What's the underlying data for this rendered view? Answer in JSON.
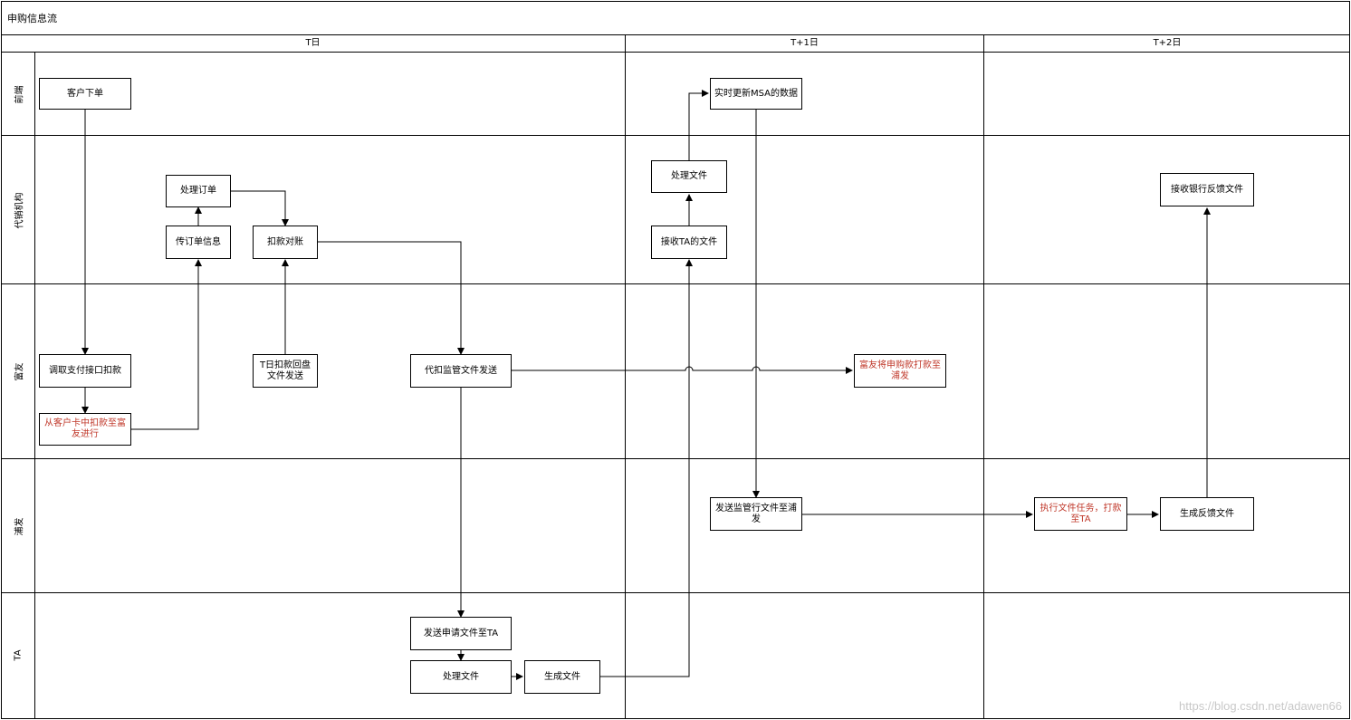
{
  "title": "申购信息流",
  "columns": [
    "T日",
    "T+1日",
    "T+2日"
  ],
  "lanes": [
    "前端",
    "代销机构",
    "富友",
    "浦发",
    "TA"
  ],
  "nodes": {
    "n1": {
      "text": "客户下单",
      "color": "black"
    },
    "n2": {
      "text": "处理订单",
      "color": "black"
    },
    "n3": {
      "text": "传订单信息",
      "color": "black"
    },
    "n4": {
      "text": "扣款对账",
      "color": "black"
    },
    "n5": {
      "text": "调取支付接口扣款",
      "color": "black"
    },
    "n6": {
      "text": "从客户卡中扣款至富友进行",
      "color": "red"
    },
    "n7": {
      "text": "T日扣款回盘文件发送",
      "color": "black"
    },
    "n8": {
      "text": "代扣监管文件发送",
      "color": "black"
    },
    "n9": {
      "text": "发送申请文件至TA",
      "color": "black"
    },
    "n10": {
      "text": "处理文件",
      "color": "black"
    },
    "n11": {
      "text": "生成文件",
      "color": "black"
    },
    "n12": {
      "text": "实时更新MSA的数据",
      "color": "black"
    },
    "n13": {
      "text": "处理文件",
      "color": "black"
    },
    "n14": {
      "text": "接收TA的文件",
      "color": "black"
    },
    "n15": {
      "text": "富友将申购款打款至浦发",
      "color": "red"
    },
    "n16": {
      "text": "发送监管行文件至浦发",
      "color": "black"
    },
    "n17": {
      "text": "执行文件任务，打款至TA",
      "color": "red"
    },
    "n18": {
      "text": "生成反馈文件",
      "color": "black"
    },
    "n19": {
      "text": "接收银行反馈文件",
      "color": "black"
    }
  },
  "edges": [
    [
      "n1",
      "n5"
    ],
    [
      "n5",
      "n6"
    ],
    [
      "n6",
      "n3"
    ],
    [
      "n3",
      "n2"
    ],
    [
      "n2",
      "n4"
    ],
    [
      "n7",
      "n4"
    ],
    [
      "n4",
      "n8"
    ],
    [
      "n8",
      "n9"
    ],
    [
      "n9",
      "n10"
    ],
    [
      "n10",
      "n11"
    ],
    [
      "n11",
      "n14"
    ],
    [
      "n14",
      "n13"
    ],
    [
      "n13",
      "n12"
    ],
    [
      "n12",
      "n16"
    ],
    [
      "n8",
      "n15"
    ],
    [
      "n16",
      "n17"
    ],
    [
      "n17",
      "n18"
    ],
    [
      "n18",
      "n19"
    ]
  ],
  "colors": {
    "line": "#000000",
    "accent_red": "#c0392b"
  },
  "watermark": "https://blog.csdn.net/adawen66"
}
